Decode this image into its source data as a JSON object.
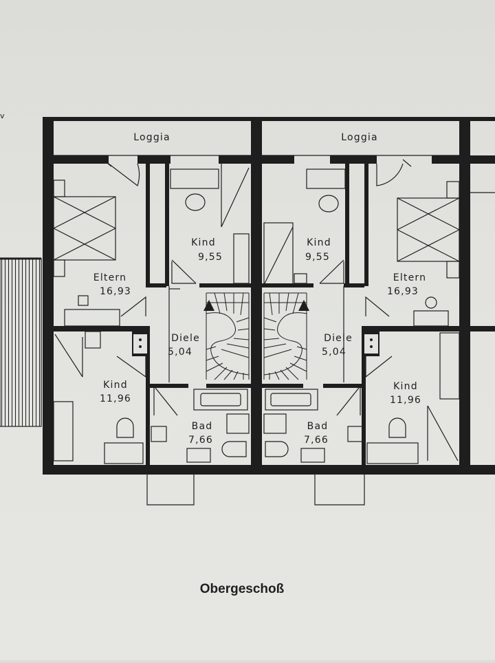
{
  "title": "Obergeschoß",
  "rooms_left": {
    "loggia": "Loggia",
    "eltern_name": "Eltern",
    "eltern_area": "16,93",
    "kind_top_name": "Kind",
    "kind_top_area": "9,55",
    "diele_name": "Diele",
    "diele_area": "5,04",
    "kind_bottom_name": "Kind",
    "kind_bottom_area": "11,96",
    "bad_name": "Bad",
    "bad_area": "7,66"
  },
  "rooms_right": {
    "loggia": "Loggia",
    "eltern_name": "Eltern",
    "eltern_area": "16,93",
    "kind_top_name": "Kind",
    "kind_top_area": "9,55",
    "diele_name": "Diele",
    "diele_area": "5,04",
    "kind_bottom_name": "Kind",
    "kind_bottom_area": "11,96",
    "bad_name": "Bad",
    "bad_area": "7,66"
  },
  "colors": {
    "paper": "#e2e3df",
    "ink": "#1e1e1e"
  }
}
